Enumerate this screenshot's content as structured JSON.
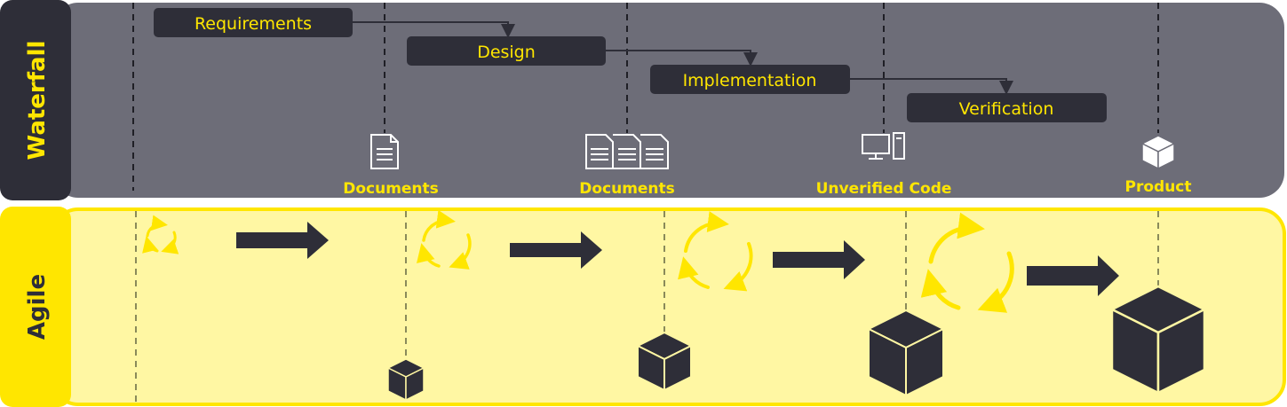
{
  "colors": {
    "waterfall_bg": "#6d6d78",
    "agile_bg": "#fff7a3",
    "yellow": "#ffe600",
    "dark": "#2e2e38",
    "white": "#ffffff"
  },
  "lanes": {
    "waterfall": "Waterfall",
    "agile": "Agile"
  },
  "waterfall_phases": [
    {
      "label": "Requirements"
    },
    {
      "label": "Design"
    },
    {
      "label": "Implementation"
    },
    {
      "label": "Verification"
    }
  ],
  "deliverables": [
    {
      "label": "Documents",
      "icon": "document-icon"
    },
    {
      "label": "Documents",
      "icon": "documents-stack-icon"
    },
    {
      "label": "Unverified Code",
      "icon": "computer-icon"
    },
    {
      "label": "Product",
      "icon": "product-box-icon"
    }
  ],
  "agile_iterations": [
    {
      "icon": "cycle-arrows-icon"
    },
    {
      "icon": "cycle-arrows-icon"
    },
    {
      "icon": "cycle-arrows-icon"
    },
    {
      "icon": "cycle-arrows-icon"
    }
  ]
}
